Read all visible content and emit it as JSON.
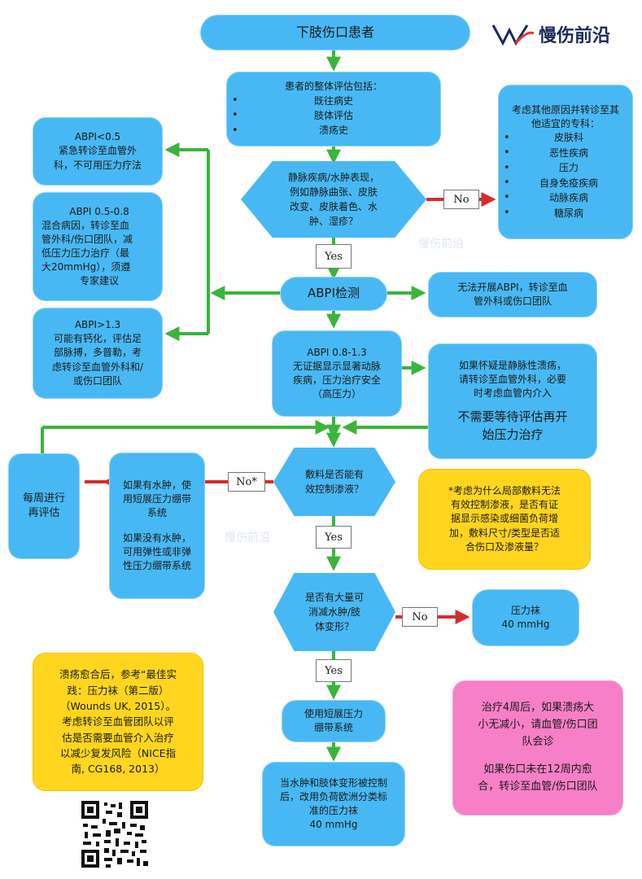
{
  "brand": {
    "name": "慢伤前沿"
  },
  "watermarks": [
    "慢伤前沿",
    "慢伤前沿"
  ],
  "colors": {
    "box": "#48b8f4",
    "arrow": "#3bb43b",
    "red_arrow": "#d62c2c",
    "yellow": "#ffd51e",
    "pink": "#f77fc7"
  },
  "start": {
    "title": "下肢伤口患者"
  },
  "assessment": {
    "intro": "患者的整体评估包括：",
    "items": [
      "既往病史",
      "肢体评估",
      "溃疡史"
    ]
  },
  "other_causes": {
    "lines": [
      "考虑其他原因并转诊至其",
      "他适宜的专科："
    ],
    "items": [
      "皮肤科",
      "恶性疾病",
      "压力",
      "自身免疫疾病",
      "动脉疾病",
      "糖尿病"
    ]
  },
  "venous_question": {
    "lines": [
      "静脉疾病/水肿表现，",
      "例如静脉曲张、皮肤",
      "改变、皮肤着色、水",
      "肿、湿疹？"
    ]
  },
  "labels": {
    "no": "No",
    "yes": "Yes",
    "no_star": "No*"
  },
  "abpi_low": {
    "lines": [
      "ABPI<0.5",
      "紧急转诊至血管外",
      "科，不可用压力疗法"
    ]
  },
  "abpi_mid": {
    "lines": [
      "ABPI 0.5-0.8",
      "混合病因，转诊至血",
      "管外科/伤口团队，减",
      "低压力压力治疗（最",
      "大20mmHg），须遵",
      "专家建议"
    ]
  },
  "abpi_high": {
    "lines": [
      "ABPI>1.3",
      "可能有钙化，评估足",
      "部脉搏，多普勒，考",
      "虑转诊至血管外科和/",
      "或伤口团队"
    ]
  },
  "abpi_test": {
    "label": "ABPI检测"
  },
  "no_abpi": {
    "lines": [
      "无法开展ABPI，转诊至血",
      "管外科或伤口团队"
    ]
  },
  "abpi_normal": {
    "lines": [
      "ABPI 0.8-1.3",
      "无证据显示显著动脉",
      "疾病，压力治疗安全",
      "（高压力）"
    ]
  },
  "venous_ulcer": {
    "lines": [
      "如果怀疑是静脉性溃疡，",
      "请转诊至血管外科，必要",
      "时考虑血管内介入"
    ],
    "emphasis": [
      "不需要等待评估再开",
      "始压力治疗"
    ]
  },
  "weekly": {
    "lines": [
      "每周进行",
      "再评估"
    ]
  },
  "bandage_choice": {
    "lines": [
      "如果有水肿，使",
      "用短展压力绷带",
      "系统",
      "",
      "如果没有水肿，",
      "可用弹性或非弹",
      "性压力绷带系统"
    ]
  },
  "dressing_question": {
    "lines": [
      "敷料是否能有",
      "效控制渗液？"
    ]
  },
  "dressing_note": {
    "lines": [
      "*考虑为什么局部敷料无法",
      "有效控制渗液，是否有证",
      "据显示感染或细菌负荷增",
      "加，敷料尺寸/类型是否适",
      "合伤口及渗液量？"
    ]
  },
  "edema_question": {
    "lines": [
      "是否有大量可",
      "消减水肿/肢",
      "体变形？"
    ]
  },
  "stocking": {
    "lines": [
      "压力袜",
      "40 mmHg"
    ]
  },
  "short_bandage": {
    "lines": [
      "使用短展压力",
      "绷带系统"
    ]
  },
  "controlled": {
    "lines": [
      "当水肿和肢体变形被控制",
      "后，改用负荷欧洲分类标",
      "准的压力袜",
      "40 mmHg"
    ]
  },
  "healed_note": {
    "lines": [
      "溃疡愈合后，参考“最佳实",
      "践：压力袜（第二版）",
      "（Wounds UK, 2015）。",
      "考虑转诊至血管团队以评",
      "估是否需要血管介入治疗",
      "以减少复发风险（NICE指",
      "南, CG168, 2013）"
    ]
  },
  "review_note": {
    "lines": [
      "治疗4周后，如果溃疡大",
      "小无减小，请血管/伤口团",
      "队会诊",
      "",
      "如果伤口未在12周内愈",
      "合，转诊至血管/伤口团队"
    ]
  }
}
